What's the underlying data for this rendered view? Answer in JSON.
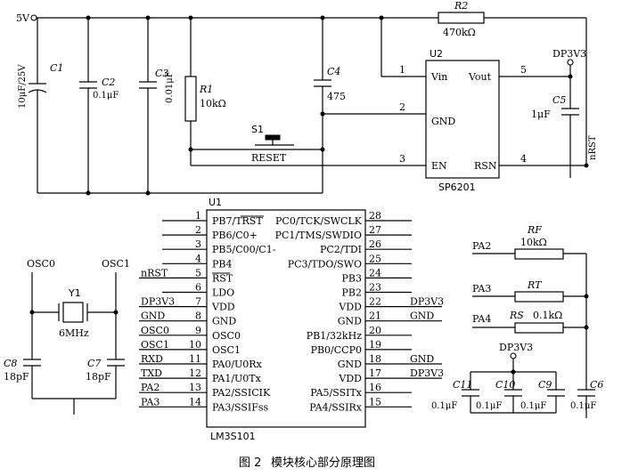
{
  "power": {
    "supply": "5V",
    "dp3v3": "DP3V3"
  },
  "resistors": {
    "r1": {
      "ref": "R1",
      "value": "10kΩ"
    },
    "r2": {
      "ref": "R2",
      "value": "470kΩ"
    },
    "rf": {
      "ref": "RF",
      "value": "10kΩ"
    },
    "rt": {
      "ref": "RT",
      "value": ""
    },
    "rs": {
      "ref": "RS",
      "value": "0.1kΩ"
    }
  },
  "capacitors": {
    "c1": {
      "ref": "C1",
      "value": "10μF/25V"
    },
    "c2": {
      "ref": "C2",
      "value": "0.1μF"
    },
    "c3": {
      "ref": "C3",
      "value": "0.01μF"
    },
    "c4": {
      "ref": "C4",
      "value": "475"
    },
    "c5": {
      "ref": "C5",
      "value": "1μF"
    },
    "c6": {
      "ref": "C6",
      "value": "0.1μF"
    },
    "c7": {
      "ref": "C7",
      "value": "18pF"
    },
    "c8": {
      "ref": "C8",
      "value": "18pF"
    },
    "c9": {
      "ref": "C9",
      "value": "0.1μF"
    },
    "c10": {
      "ref": "C10",
      "value": "0.1μF"
    },
    "c11": {
      "ref": "C11",
      "value": "0.1μF"
    }
  },
  "switch": {
    "ref": "S1",
    "label": "RESET"
  },
  "crystal": {
    "ref": "Y1",
    "value": "6MHz",
    "osc0": "OSC0",
    "osc1": "OSC1"
  },
  "regulator": {
    "ref": "U2",
    "part": "SP6201",
    "pins": [
      {
        "num": "1",
        "name": "Vin"
      },
      {
        "num": "2",
        "name": "GND"
      },
      {
        "num": "3",
        "name": "EN"
      },
      {
        "num": "5",
        "name": "Vout"
      },
      {
        "num": "4",
        "name": "RSN"
      }
    ],
    "nrst": "nRST"
  },
  "mcu": {
    "ref": "U1",
    "part": "LM3S101",
    "left_pins": [
      {
        "num": "1",
        "name": "PB7/TRST",
        "net": ""
      },
      {
        "num": "2",
        "name": "PB6/C0+",
        "net": ""
      },
      {
        "num": "3",
        "name": "PB5/C00/C1-",
        "net": ""
      },
      {
        "num": "4",
        "name": "PB4",
        "net": ""
      },
      {
        "num": "5",
        "name": "RST",
        "net": "nRST"
      },
      {
        "num": "6",
        "name": "LDO",
        "net": ""
      },
      {
        "num": "7",
        "name": "VDD",
        "net": "DP3V3"
      },
      {
        "num": "8",
        "name": "GND",
        "net": "GND"
      },
      {
        "num": "9",
        "name": "OSC0",
        "net": "OSC0"
      },
      {
        "num": "10",
        "name": "OSC1",
        "net": "OSC1"
      },
      {
        "num": "11",
        "name": "PA0/U0Rx",
        "net": "RXD"
      },
      {
        "num": "12",
        "name": "PA1/U0Tx",
        "net": "TXD"
      },
      {
        "num": "13",
        "name": "PA2/SSICIK",
        "net": "PA2"
      },
      {
        "num": "14",
        "name": "PA3/SSIFss",
        "net": "PA3"
      }
    ],
    "right_pins": [
      {
        "num": "28",
        "name": "PC0/TCK/SWCLK",
        "net": ""
      },
      {
        "num": "27",
        "name": "PC1/TMS/SWDIO",
        "net": ""
      },
      {
        "num": "26",
        "name": "PC2/TDI",
        "net": ""
      },
      {
        "num": "25",
        "name": "PC3/TDO/SWO",
        "net": ""
      },
      {
        "num": "24",
        "name": "PB3",
        "net": ""
      },
      {
        "num": "23",
        "name": "PB2",
        "net": ""
      },
      {
        "num": "22",
        "name": "VDD",
        "net": "DP3V3"
      },
      {
        "num": "21",
        "name": "GND",
        "net": "GND"
      },
      {
        "num": "20",
        "name": "PB1/32kHz",
        "net": ""
      },
      {
        "num": "19",
        "name": "PB0/CCP0",
        "net": ""
      },
      {
        "num": "18",
        "name": "GND",
        "net": "GND"
      },
      {
        "num": "17",
        "name": "VDD",
        "net": "DP3V3"
      },
      {
        "num": "16",
        "name": "PA5/SSITx",
        "net": ""
      },
      {
        "num": "15",
        "name": "PA4/SSIRx",
        "net": ""
      }
    ]
  },
  "sense_nets": {
    "pa2": "PA2",
    "pa3": "PA3",
    "pa4": "PA4"
  },
  "caption": {
    "num": "图 2",
    "text": "模块核心部分原理图"
  }
}
